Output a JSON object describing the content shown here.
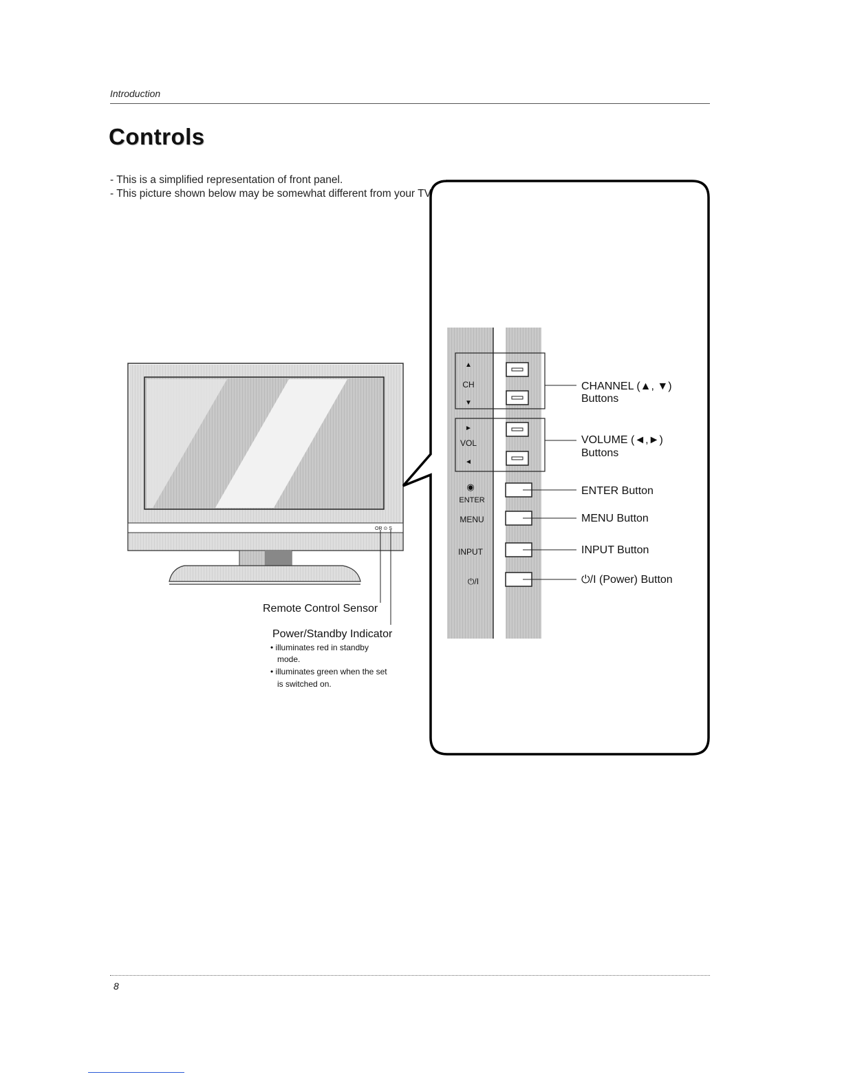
{
  "header": {
    "section": "Introduction"
  },
  "page": {
    "title": "Controls",
    "notes": [
      "- This is a simplified representation of front panel.",
      "- This picture shown below may be somewhat different from your TV."
    ],
    "page_number": "8"
  },
  "tv": {
    "front_indicator_text": "OR ⊙ S",
    "callouts": {
      "remote_sensor": "Remote Control Sensor",
      "power_indicator": "Power/Standby Indicator",
      "bullet_1_line1": "• illuminates red in standby",
      "bullet_1_line2": "mode.",
      "bullet_2_line1": "• illuminates green when the set",
      "bullet_2_line2": "is switched on."
    }
  },
  "panel": {
    "strip_labels": {
      "ch_up": "▲",
      "ch": "CH",
      "ch_down": "▼",
      "vol_up": "►",
      "vol": "VOL",
      "vol_down": "◄",
      "enter_symbol": "◉",
      "enter": "ENTER",
      "menu": "MENU",
      "input": "INPUT",
      "power": "⏻/I"
    },
    "labels": {
      "channel_line1": "CHANNEL (▲, ▼)",
      "channel_line2": "Buttons",
      "volume_line1": "VOLUME (◄,►)",
      "volume_line2": "Buttons",
      "enter": "ENTER Button",
      "menu": "MENU Button",
      "input": "INPUT Button",
      "power": "⏻/I (Power) Button"
    }
  }
}
